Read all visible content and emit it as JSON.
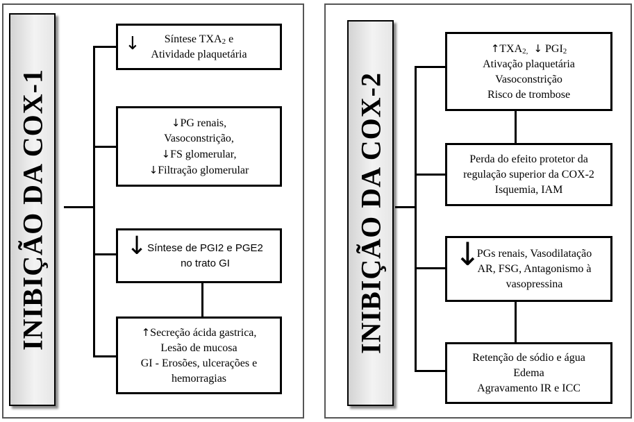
{
  "left": {
    "title": "INIBIÇÃO DA COX-1",
    "box1": {
      "line1_a": "Síntese TXA",
      "line1_sub": "2",
      "line1_b": " e",
      "line2": "Atividade plaquetária",
      "arrow": "↓"
    },
    "box2": {
      "line1": "PG renais,",
      "line2": "Vasoconstrição,",
      "line3": "FS glomerular,",
      "line4": "Filtração glomerular",
      "arrow": "↓"
    },
    "box3": {
      "line1": "Síntese de PGI2 e PGE2",
      "line2": "no trato GI",
      "arrow": "↓"
    },
    "box4": {
      "line1": "Secreção ácida gastrica,",
      "line2": "Lesão de mucosa",
      "line3": "GI - Erosões, ulcerações e",
      "line4": "hemorragias",
      "arrow": "↑"
    }
  },
  "right": {
    "title": "INIBIÇÃO DA COX-2",
    "box1": {
      "up_arrow": "↑",
      "txa": "TXA",
      "txa_sub": "2,",
      "down_arrow": "↓",
      "pgi": "PGI",
      "pgi_sub": "2",
      "line2": "Ativação plaquetária",
      "line3": "Vasoconstrição",
      "line4": "Risco de trombose"
    },
    "box2": {
      "line1": "Perda do efeito protetor da",
      "line2": "regulação superior da COX-2",
      "line3": "Isquemia, IAM"
    },
    "box3": {
      "line1": "PGs renais, Vasodilatação",
      "line2": "AR, FSG, Antagonismo à",
      "line3": "vasopressina",
      "arrow": "↓"
    },
    "box4": {
      "line1": "Retenção de sódio e água",
      "line2": "Edema",
      "line3": "Agravamento IR e ICC"
    }
  }
}
